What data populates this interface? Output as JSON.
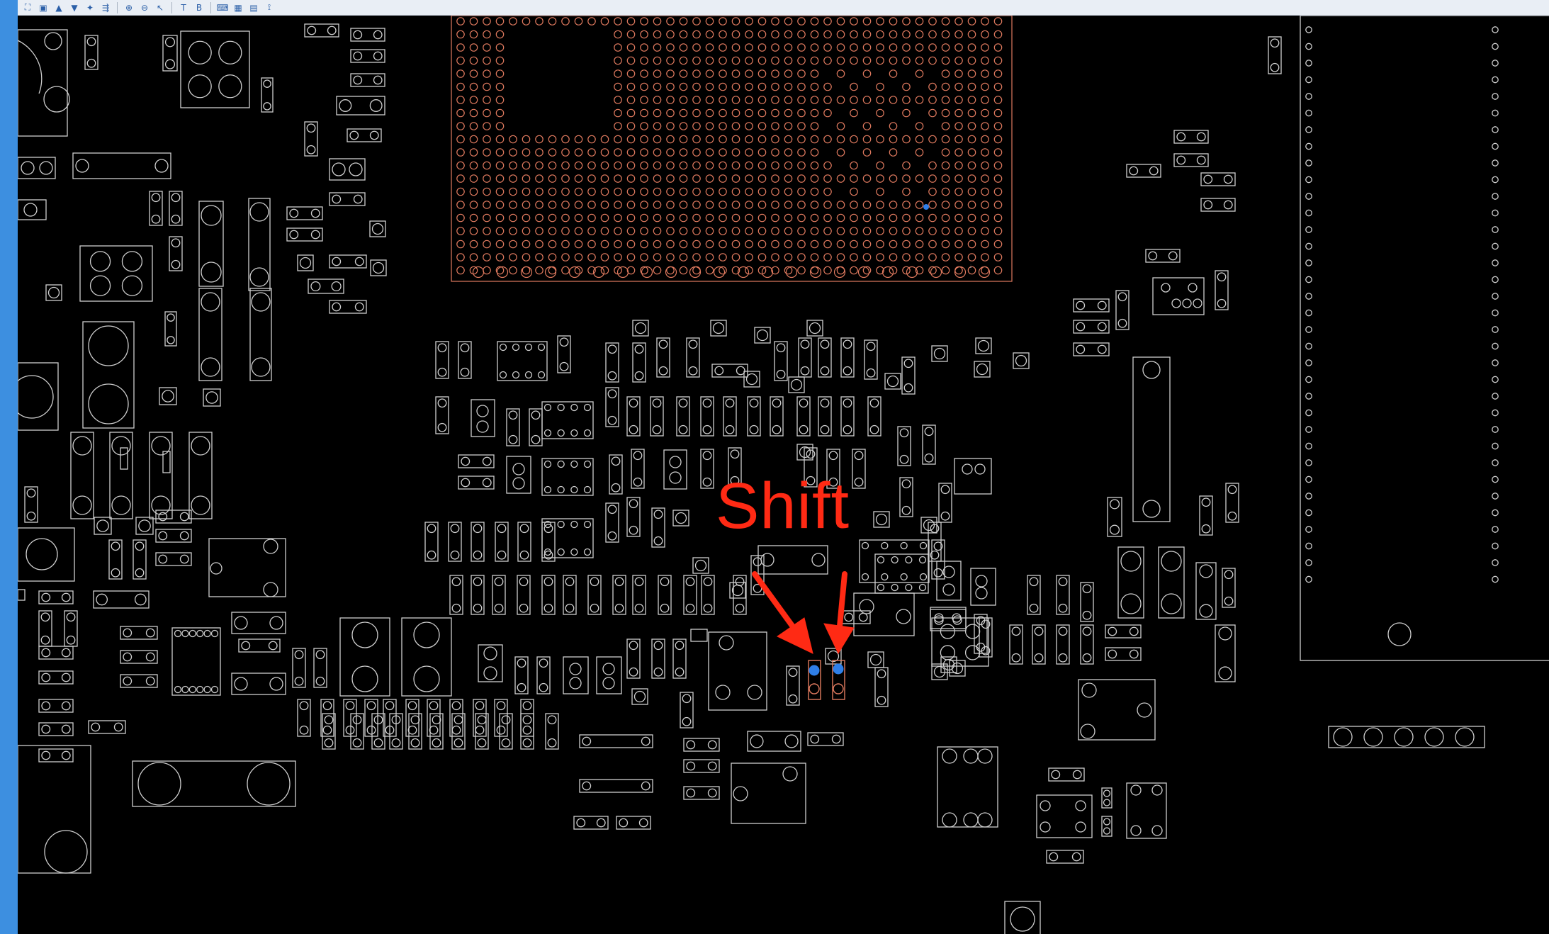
{
  "app": {
    "toolbar_buttons": [
      {
        "name": "zoom-fit-icon",
        "glyph": "⛶"
      },
      {
        "name": "open-icon",
        "glyph": "▣"
      },
      {
        "name": "layer-up-icon",
        "glyph": "▲"
      },
      {
        "name": "layer-down-icon",
        "glyph": "▼"
      },
      {
        "name": "pin-icon",
        "glyph": "✦"
      },
      {
        "name": "net-icon",
        "glyph": "⇶"
      },
      {
        "name": "zoom-in-icon",
        "glyph": "⊕"
      },
      {
        "name": "zoom-out-icon",
        "glyph": "⊖"
      },
      {
        "name": "pointer-icon",
        "glyph": "↖"
      },
      {
        "name": "top-side-icon",
        "glyph": "T"
      },
      {
        "name": "bottom-side-icon",
        "glyph": "B"
      },
      {
        "name": "keyboard-icon",
        "glyph": "⌨"
      },
      {
        "name": "grid-icon",
        "glyph": "▦"
      },
      {
        "name": "save-icon",
        "glyph": "▤"
      },
      {
        "name": "probe-icon",
        "glyph": "⟟"
      }
    ]
  },
  "annotation": {
    "label": "Shift",
    "color": "#ff2a14"
  },
  "colors": {
    "outline": "#cfcfcf",
    "bga": "#e07a5f",
    "highlight": "#2f7fe8",
    "background": "#000000"
  }
}
